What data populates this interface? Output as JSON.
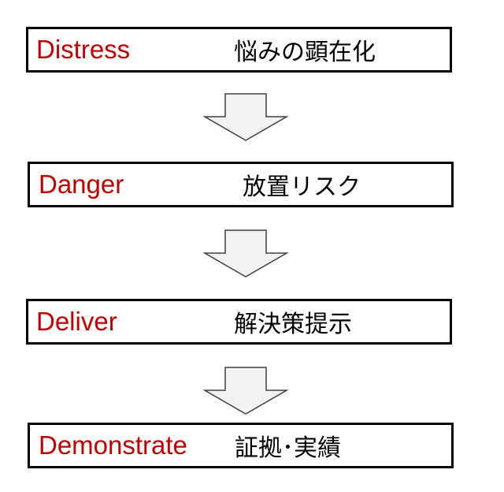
{
  "steps": [
    {
      "en": "Distress",
      "ja": "悩みの顕在化"
    },
    {
      "en": "Danger",
      "ja": "放置リスク"
    },
    {
      "en": "Deliver",
      "ja": "解決策提示"
    },
    {
      "en": "Demonstrate",
      "ja": "証拠･実績"
    }
  ],
  "colors": {
    "label_en": "#c00000",
    "label_ja": "#000000",
    "border": "#000000",
    "arrow_fill": "#f2f2f2",
    "arrow_stroke": "#404040"
  }
}
